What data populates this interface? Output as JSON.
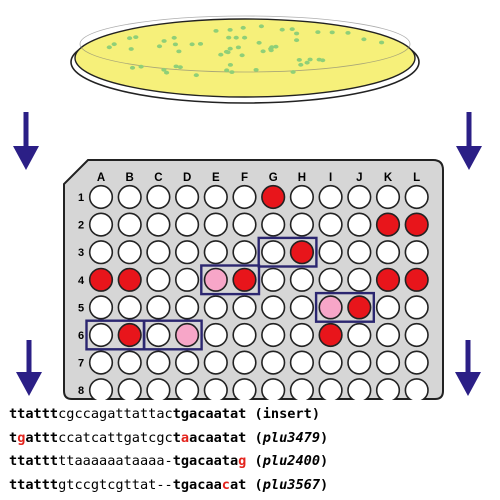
{
  "plate": {
    "column_labels": [
      "A",
      "B",
      "C",
      "D",
      "E",
      "F",
      "G",
      "H",
      "I",
      "J",
      "K",
      "L"
    ],
    "row_labels": [
      "1",
      "2",
      "3",
      "4",
      "5",
      "6",
      "7",
      "8"
    ],
    "well_states": [
      [
        "white",
        "white",
        "white",
        "white",
        "white",
        "white",
        "red",
        "white",
        "white",
        "white",
        "white",
        "white"
      ],
      [
        "white",
        "white",
        "white",
        "white",
        "white",
        "white",
        "white",
        "white",
        "white",
        "white",
        "red",
        "red"
      ],
      [
        "white",
        "white",
        "white",
        "white",
        "white",
        "white",
        "white",
        "red",
        "white",
        "white",
        "white",
        "white"
      ],
      [
        "red",
        "red",
        "white",
        "white",
        "pink",
        "red",
        "white",
        "white",
        "white",
        "white",
        "red",
        "red"
      ],
      [
        "white",
        "white",
        "white",
        "white",
        "white",
        "white",
        "white",
        "white",
        "pink",
        "red",
        "white",
        "white"
      ],
      [
        "white",
        "red",
        "white",
        "pink",
        "white",
        "white",
        "white",
        "white",
        "red",
        "white",
        "white",
        "white"
      ],
      [
        "white",
        "white",
        "white",
        "white",
        "white",
        "white",
        "white",
        "white",
        "white",
        "white",
        "white",
        "white"
      ],
      [
        "white",
        "white",
        "white",
        "white",
        "white",
        "white",
        "white",
        "white",
        "white",
        "white",
        "white",
        "white"
      ]
    ],
    "highlight_boxes": [
      {
        "row": 3,
        "cols": [
          "G",
          "H"
        ]
      },
      {
        "row": 4,
        "cols": [
          "E",
          "F"
        ]
      },
      {
        "row": 5,
        "cols": [
          "I",
          "J"
        ]
      },
      {
        "row": 6,
        "cols": [
          "A",
          "B"
        ]
      },
      {
        "row": 6,
        "cols": [
          "C",
          "D"
        ]
      }
    ]
  },
  "colors": {
    "well_red": "#e8151b",
    "well_pink": "#f7a6c8",
    "well_white": "#ffffff",
    "plate_fill": "#d6d6d6",
    "box_outline": "#2b2670",
    "arrow": "#2b1f86",
    "dish_agar": "#f6f07a",
    "colony": "#8fcf78",
    "mismatch": "#e3231c"
  },
  "sequences": [
    {
      "segments": [
        {
          "text": "ttattt",
          "style": "b"
        },
        {
          "text": "cgccagattattac",
          "style": "n"
        },
        {
          "text": "tgacaatat",
          "style": "b"
        }
      ],
      "label": "(insert)",
      "label_italic": false
    },
    {
      "segments": [
        {
          "text": "t",
          "style": "b"
        },
        {
          "text": "g",
          "style": "r"
        },
        {
          "text": "attt",
          "style": "b"
        },
        {
          "text": "ccatcattgatcgc",
          "style": "n"
        },
        {
          "text": "t",
          "style": "b"
        },
        {
          "text": "a",
          "style": "r"
        },
        {
          "text": "acaatat",
          "style": "b"
        }
      ],
      "label_open": "(",
      "label": "plu3479",
      "label_close": ")",
      "label_italic": true
    },
    {
      "segments": [
        {
          "text": "ttattt",
          "style": "b"
        },
        {
          "text": "ttaaaaaataaaa-",
          "style": "n"
        },
        {
          "text": "tgacaata",
          "style": "b"
        },
        {
          "text": "g",
          "style": "r"
        }
      ],
      "label_open": "(",
      "label": "plu2400",
      "label_close": ")",
      "label_italic": true
    },
    {
      "segments": [
        {
          "text": "ttattt",
          "style": "b"
        },
        {
          "text": "gtccgtcgttat--",
          "style": "n"
        },
        {
          "text": "tgacaa",
          "style": "b"
        },
        {
          "text": "c",
          "style": "r"
        },
        {
          "text": "at",
          "style": "b"
        }
      ],
      "label_open": "(",
      "label": "plu3567",
      "label_close": ")",
      "label_italic": true
    }
  ]
}
